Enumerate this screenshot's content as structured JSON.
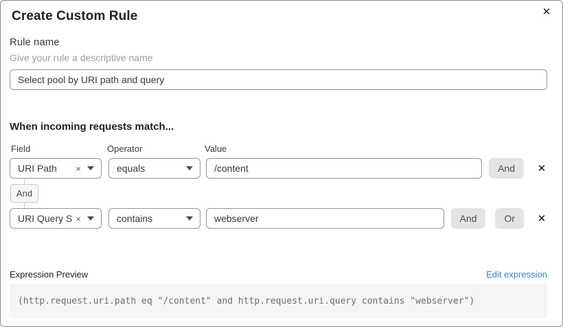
{
  "dialog": {
    "title": "Create Custom Rule",
    "close_icon": "✕"
  },
  "rule_name": {
    "label": "Rule name",
    "hint": "Give your rule a descriptive name",
    "value": "Select pool by URI path and query"
  },
  "match": {
    "heading": "When incoming requests match...",
    "columns": {
      "field": "Field",
      "operator": "Operator",
      "value": "Value"
    },
    "connector_label": "And",
    "rows": [
      {
        "field": "URI Path",
        "operator": "equals",
        "value": "/content",
        "buttons": [
          "And"
        ],
        "delete_icon": "✕",
        "clear_icon": "×"
      },
      {
        "field": "URI Query St...",
        "operator": "contains",
        "value": "webserver",
        "buttons": [
          "And",
          "Or"
        ],
        "delete_icon": "✕",
        "clear_icon": "×"
      }
    ]
  },
  "expression": {
    "label": "Expression Preview",
    "edit_link": "Edit expression",
    "code": "(http.request.uri.path eq \"/content\" and http.request.uri.query contains \"webserver\")"
  },
  "colors": {
    "link_blue": "#2e86bf",
    "button_gray": "#e4e4e4",
    "border_gray": "#949494",
    "code_background": "#f5f5f5"
  }
}
